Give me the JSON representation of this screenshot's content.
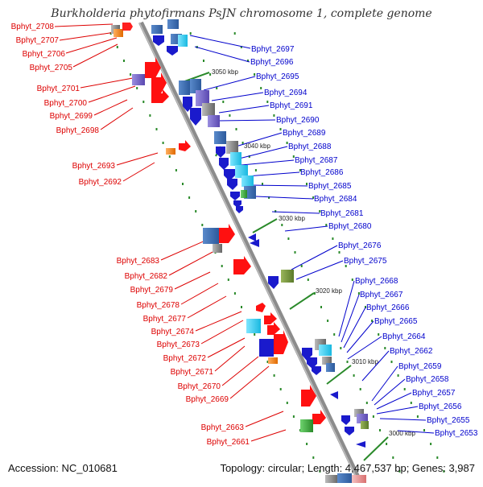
{
  "title": "Burkholderia phytofirmans PsJN chromosome 1, complete genome",
  "accession": "Accession: NC_010681",
  "summary": "Topology: circular; Length: 4,467,537 bp; Genes: 3,987",
  "kbp_marks": [
    "3050 kbp",
    "3040 kbp",
    "3030 kbp",
    "3020 kbp",
    "3010 kbp",
    "3000 kbp"
  ],
  "left_labels": [
    "Bphyt_2708",
    "Bphyt_2707",
    "Bphyt_2706",
    "Bphyt_2705",
    "Bphyt_2701",
    "Bphyt_2700",
    "Bphyt_2699",
    "Bphyt_2698",
    "Bphyt_2693",
    "Bphyt_2692",
    "Bphyt_2683",
    "Bphyt_2682",
    "Bphyt_2679",
    "Bphyt_2678",
    "Bphyt_2677",
    "Bphyt_2674",
    "Bphyt_2673",
    "Bphyt_2672",
    "Bphyt_2671",
    "Bphyt_2670",
    "Bphyt_2669",
    "Bphyt_2663",
    "Bphyt_2661"
  ],
  "right_labels": [
    "Bphyt_2697",
    "Bphyt_2696",
    "Bphyt_2695",
    "Bphyt_2694",
    "Bphyt_2691",
    "Bphyt_2690",
    "Bphyt_2689",
    "Bphyt_2688",
    "Bphyt_2687",
    "Bphyt_2686",
    "Bphyt_2685",
    "Bphyt_2684",
    "Bphyt_2681",
    "Bphyt_2680",
    "Bphyt_2676",
    "Bphyt_2675",
    "Bphyt_2668",
    "Bphyt_2667",
    "Bphyt_2666",
    "Bphyt_2665",
    "Bphyt_2664",
    "Bphyt_2662",
    "Bphyt_2659",
    "Bphyt_2658",
    "Bphyt_2657",
    "Bphyt_2656",
    "Bphyt_2655",
    "Bphyt_2653"
  ],
  "colors": {
    "forward_label": "#0000cc",
    "reverse_label": "#dd0000",
    "backbone": "#888888",
    "dots": "#2a8a2a"
  }
}
